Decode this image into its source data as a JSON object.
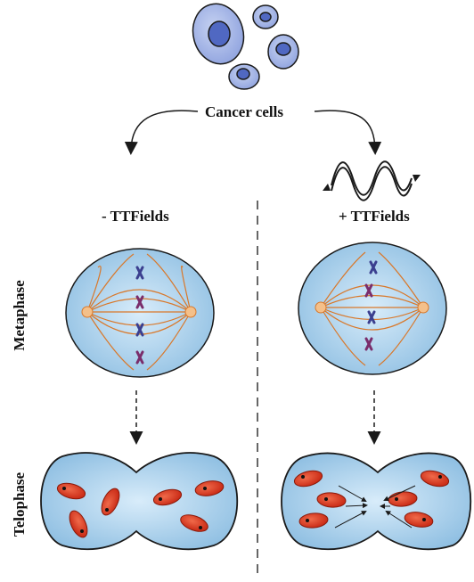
{
  "labels": {
    "top": "Cancer cells",
    "left_condition": "- TTFields",
    "right_condition": "+ TTFields",
    "row_metaphase": "Metaphase",
    "row_telophase": "Telophase"
  },
  "colors": {
    "cell_fill": "#a9cbe6",
    "cell_fill_light": "#d8ecfa",
    "outline": "#1a1a1a",
    "spindle": "#d9782a",
    "centrosome": "#f4c08a",
    "chromosome_blue": "#3b3f8f",
    "chromosome_purple": "#7a2d6b",
    "organelle_red": "#d8321e",
    "cancer_cell_fill": "#aab8e6",
    "cancer_nucleus": "#5068c2"
  },
  "icons": {
    "field_wave": "wave-icon",
    "arrows": "arrow-icon"
  }
}
